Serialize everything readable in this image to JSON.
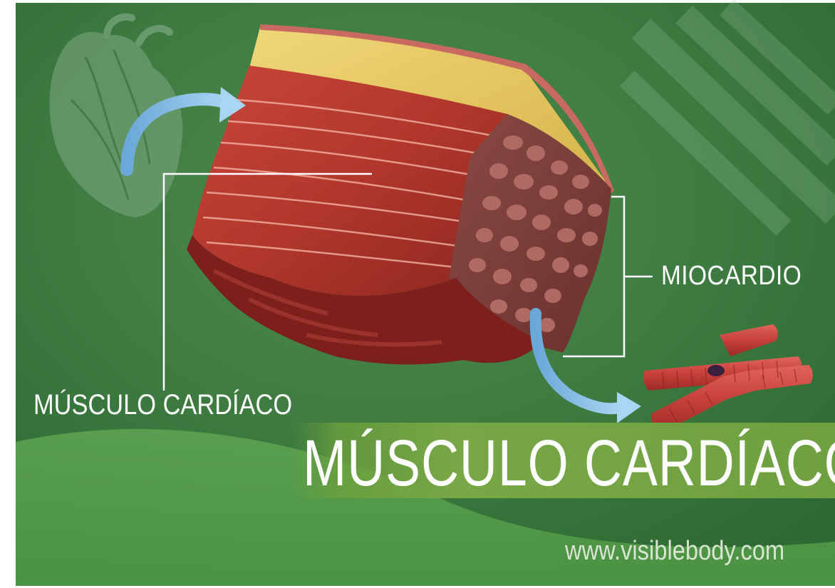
{
  "labels": {
    "miocardio": "MIOCARDIO",
    "musculo_cardiaco_small": "MÚSCULO CARDÍACO"
  },
  "title": "MÚSCULO CARDÍACO",
  "website": "www.visiblebody.com",
  "colors": {
    "background_dark": "#2f6b35",
    "background_light": "#58a04d",
    "title_band": "#78a746",
    "tissue_red": "#b8382c",
    "fat_yellow": "#e6c55a",
    "arrow_blue": "#8fc3ea",
    "text": "#ffffff"
  },
  "icons": [
    "heart-illustration",
    "heart-muscle-tissue-block",
    "muscle-fiber-cells",
    "curved-arrow-icon"
  ]
}
